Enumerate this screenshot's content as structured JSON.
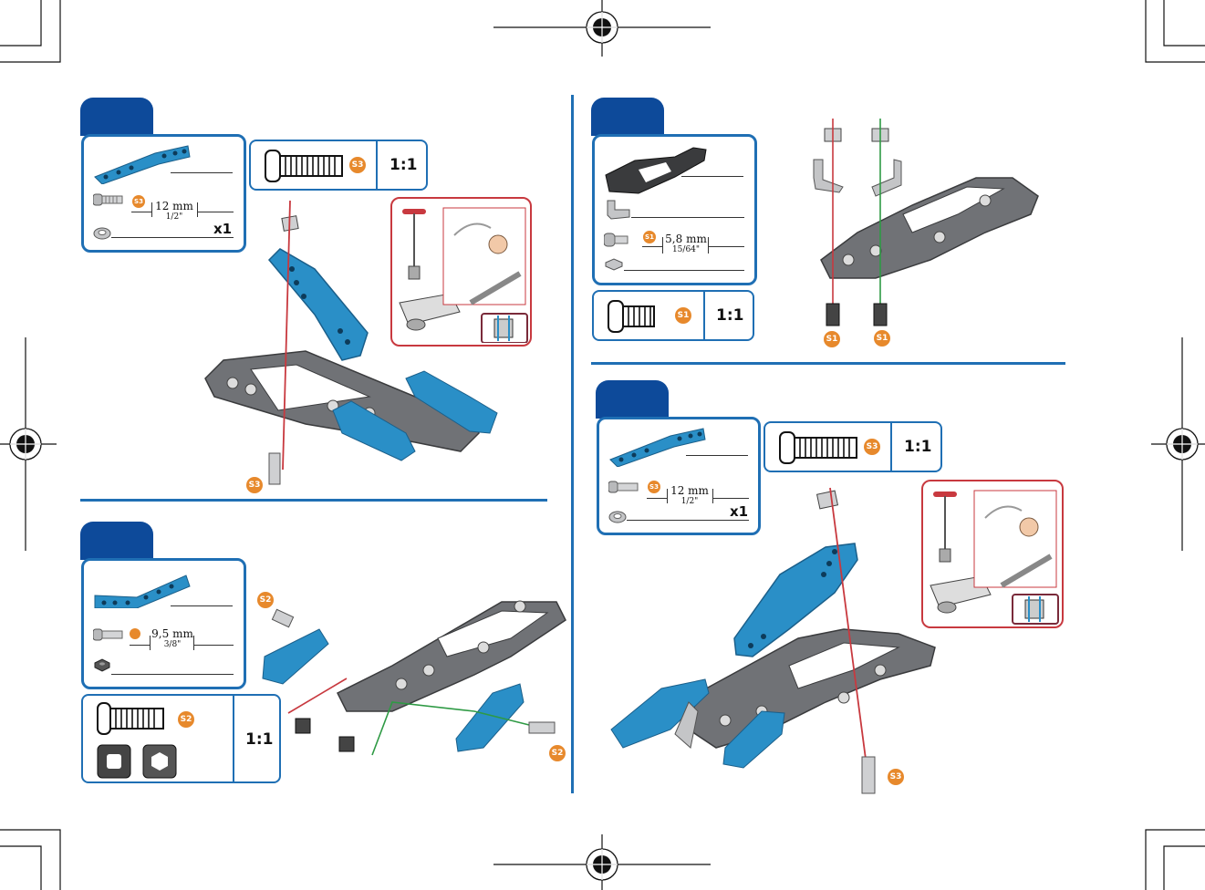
{
  "steps": {
    "a": {
      "parts": {
        "bolt_badge": "S3",
        "size_mm": "12 mm",
        "size_in": "1/2\"",
        "quantity": "x1"
      },
      "scale": {
        "badge": "S3",
        "ratio": "1:1"
      },
      "diagram_badge": "S3"
    },
    "b": {
      "parts": {
        "size_mm": "9,5 mm",
        "size_in": "3/8\""
      },
      "scale": {
        "badge": "S2",
        "ratio": "1:1"
      },
      "diagram_badges": [
        "S2",
        "S2"
      ]
    },
    "c": {
      "parts": {
        "bolt_badge": "S1",
        "size_mm": "5,8 mm",
        "size_in": "15/64\""
      },
      "scale": {
        "badge": "S1",
        "ratio": "1:1"
      },
      "diagram_badges": [
        "S1",
        "S1"
      ]
    },
    "d": {
      "parts": {
        "bolt_badge": "S3",
        "size_mm": "12 mm",
        "size_in": "1/2\"",
        "quantity": "x1"
      },
      "scale": {
        "badge": "S3",
        "ratio": "1:1"
      },
      "diagram_badge": "S3"
    }
  },
  "colors": {
    "blue_frame": "#1f6fb4",
    "tab_blue": "#0d4a9a",
    "part_blue": "#2a8fc7",
    "plate_grey": "#6f7073",
    "badge_orange": "#e7892c",
    "red_line": "#c8393f",
    "green_line": "#2e9a44"
  }
}
